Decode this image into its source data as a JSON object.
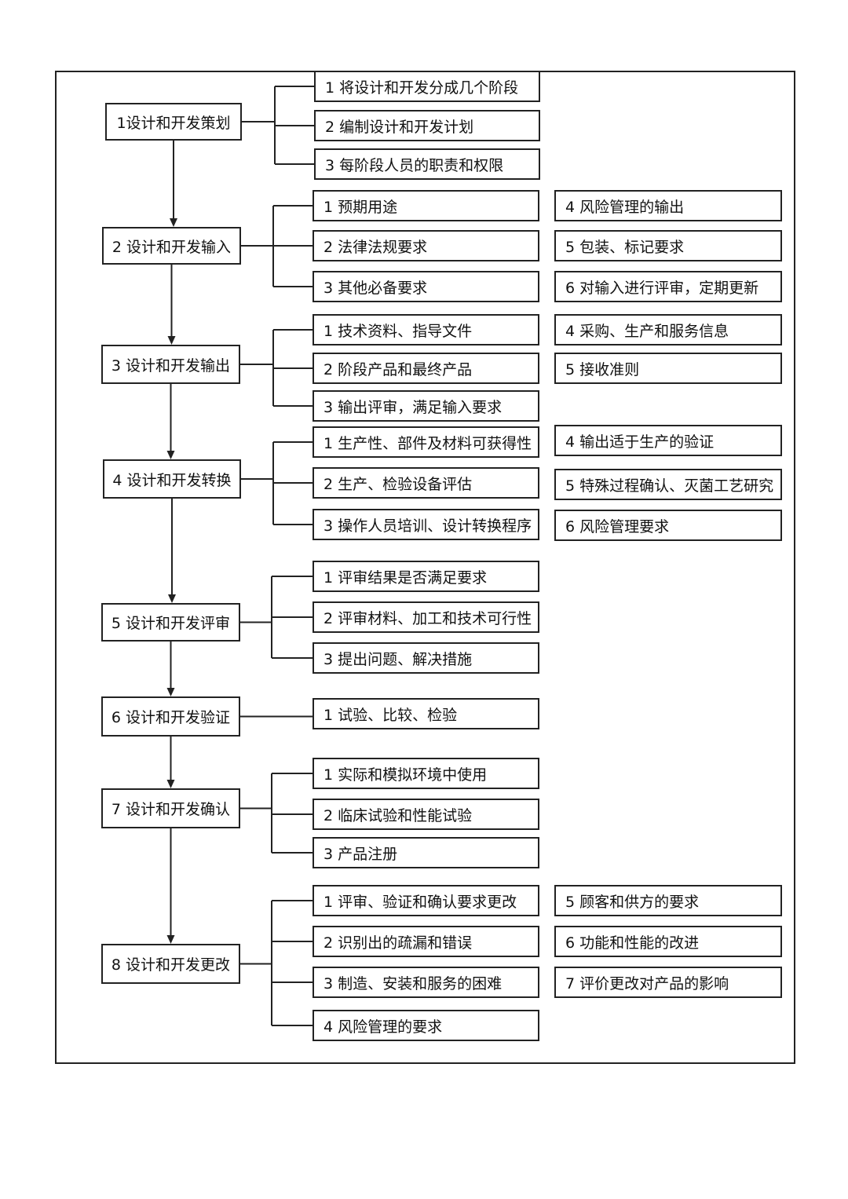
{
  "colors": {
    "line": "#222222",
    "text": "#111111",
    "background": "#ffffff"
  },
  "stages": [
    {
      "label": "1设计和开发策划",
      "left": [
        "1 将设计和开发分成几个阶段",
        "2 编制设计和开发计划",
        "3 每阶段人员的职责和权限"
      ],
      "right": []
    },
    {
      "label": "2 设计和开发输入",
      "left": [
        "1 预期用途",
        "2 法律法规要求",
        "3 其他必备要求"
      ],
      "right": [
        "4 风险管理的输出",
        "5 包装、标记要求",
        "6 对输入进行评审，定期更新"
      ]
    },
    {
      "label": "3 设计和开发输出",
      "left": [
        "1 技术资料、指导文件",
        "2 阶段产品和最终产品",
        "3 输出评审，满足输入要求"
      ],
      "right": [
        "4 采购、生产和服务信息",
        "5 接收准则"
      ]
    },
    {
      "label": "4 设计和开发转换",
      "left": [
        "1 生产性、部件及材料可获得性",
        "2 生产、检验设备评估",
        "3 操作人员培训、设计转换程序"
      ],
      "right": [
        "4 输出适于生产的验证",
        "5 特殊过程确认、灭菌工艺研究",
        "6 风险管理要求"
      ]
    },
    {
      "label": "5 设计和开发评审",
      "left": [
        "1 评审结果是否满足要求",
        "2 评审材料、加工和技术可行性",
        "3 提出问题、解决措施"
      ],
      "right": []
    },
    {
      "label": "6 设计和开发验证",
      "left": [
        "1 试验、比较、检验"
      ],
      "right": []
    },
    {
      "label": "7 设计和开发确认",
      "left": [
        "1 实际和模拟环境中使用",
        "2 临床试验和性能试验",
        "3 产品注册"
      ],
      "right": []
    },
    {
      "label": "8 设计和开发更改",
      "left": [
        "1 评审、验证和确认要求更改",
        "2 识别出的疏漏和错误",
        "3 制造、安装和服务的困难",
        "4 风险管理的要求"
      ],
      "right": [
        "5 顾客和供方的要求",
        "6 功能和性能的改进",
        "7 评价更改对产品的影响"
      ]
    }
  ]
}
